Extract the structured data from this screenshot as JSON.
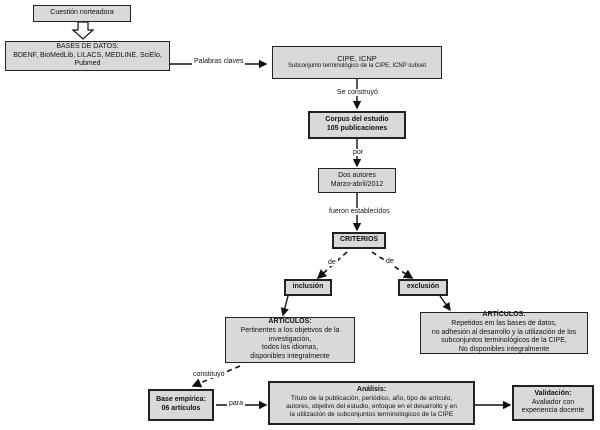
{
  "nodes": {
    "question": "Cuestión norteadora",
    "databases_title": "BASES DE DATOS:",
    "databases_list": "BDENF, BioMedLib, LILACS, MEDLINE, SciElo, Pubmed",
    "cipe_title": "CIPE, ICNP",
    "cipe_subtitle": "Subconjunto terminológico de la CIPE, ICNP subset",
    "corpus_title": "Corpus del estudio",
    "corpus_count": "105  publicaciones",
    "authors_line1": "Dos autores",
    "authors_line2": "Marzo-abril/2012",
    "criteria": "CRITERIOS",
    "inclusion": "inclusión",
    "exclusion": "exclusión",
    "inc_articles_title": "ARTÍCULOS:",
    "inc_articles_body": "Pertinentes a los objetivos de la\ninvestigación,\ntodos los idiomas,\ndisponibles integralmente",
    "exc_articles_title": "ARTÍCULOS:",
    "exc_articles_body": "Repetidos em las bases de datos,\nno adhesión al desarrollo y la utilización de los\nsubconjuntos terminológicos de la CIPE,\nNo disponibles integralmente",
    "empirical_base": "Base empírica:\n06 artículos",
    "analysis_title": "Análisis:",
    "analysis_body": "Título de la publicación, periódico, año, tipo de artículo,\nautores, objetivo del estudio, enfoque en el desarrollo y en\nla utilización de subconjuntos terminológicos de la CIPE",
    "validation_title": "Validación:",
    "validation_body": "Avaliador con\nexperiencia docente"
  },
  "edges": {
    "keywords": "Palabras claves",
    "built": "Se construyó",
    "by": "por",
    "established": "fueron establecidos",
    "of_left": "de",
    "of_right": "de",
    "constituted": "constituyó",
    "for": "para"
  }
}
